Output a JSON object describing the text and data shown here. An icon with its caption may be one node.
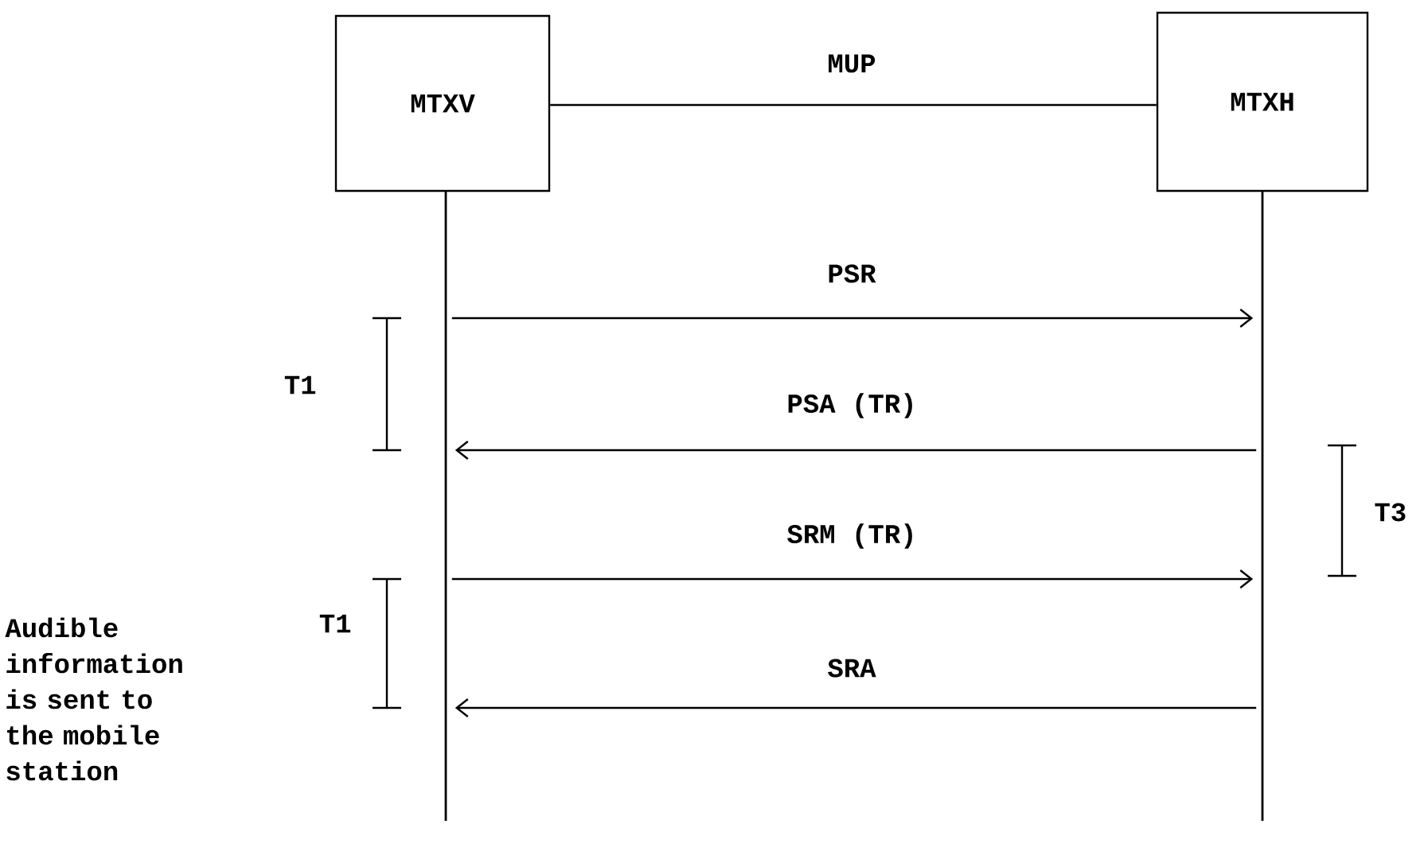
{
  "diagram": {
    "nodes": [
      {
        "text": [
          "MTXV"
        ]
      },
      {
        "text": [
          "MTXH"
        ]
      },
      {
        "text": [],
        "shape": "bar"
      },
      {
        "text": [],
        "shape": "bar"
      }
    ],
    "edges": [
      {
        "from": 0,
        "to": 1,
        "arrow": "none",
        "label": "MUP"
      },
      {
        "from": 2,
        "to": 3,
        "arrow": "to",
        "label": "PSR"
      },
      {
        "from": 3,
        "to": 2,
        "arrow": "to",
        "label": "PSA (TR)"
      },
      {
        "from": 2,
        "to": 3,
        "arrow": "to",
        "label": "SRM (TR)"
      },
      {
        "from": 3,
        "to": 2,
        "arrow": "to",
        "label": "SRA"
      }
    ],
    "labels": [
      "T1",
      "T3",
      "T1",
      "Audible information is sent to the mobile station"
    ]
  }
}
